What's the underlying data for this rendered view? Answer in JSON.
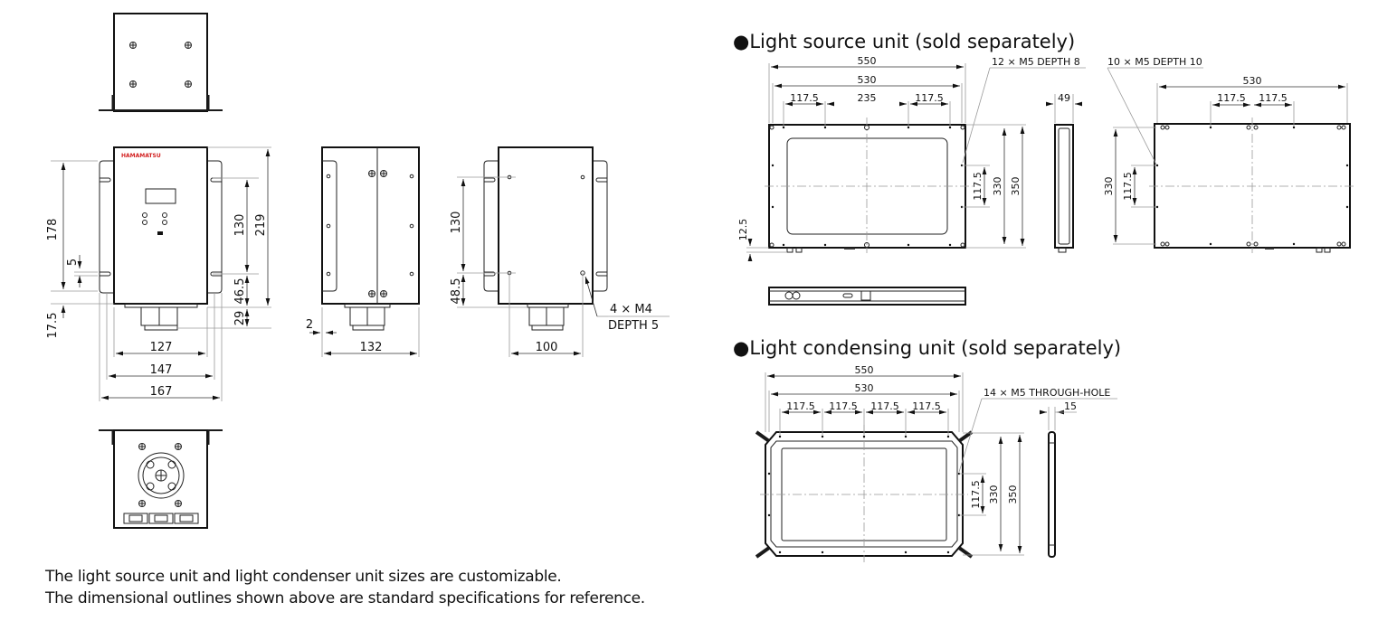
{
  "controller": {
    "logo_text": "HAMAMATSU",
    "front_view": {
      "height_178": "178",
      "slot_5": "5",
      "bottom_17_5": "17.5",
      "mount_130": "130",
      "height_219": "219",
      "offset_46_5": "46.5",
      "connector_29": "29",
      "width_127": "127",
      "width_147": "147",
      "width_167": "167"
    },
    "side_view": {
      "offset_2": "2",
      "depth_132": "132"
    },
    "rear_view": {
      "mount_130": "130",
      "offset_48_5": "48.5",
      "width_100": "100",
      "callout_line1": "4 × M4",
      "callout_line2": "DEPTH 5"
    }
  },
  "light_source_unit": {
    "title": "●Light source unit (sold separately)",
    "overall_550": "550",
    "inner_530": "530",
    "pitch_left": "117.5",
    "pitch_center": "235",
    "pitch_right": "117.5",
    "callout_front": "12 × M5 DEPTH 8",
    "callout_back": "10 × M5 DEPTH 10",
    "vertical_117_5": "117.5",
    "height_330": "330",
    "height_350": "350",
    "bottom_12_5": "12.5",
    "thickness_49": "49",
    "back_width_530": "530",
    "back_pitch_left": "117.5",
    "back_pitch_right": "117.5",
    "back_height_330": "330",
    "back_vertical_117_5": "117.5"
  },
  "light_condensing_unit": {
    "title": "●Light condensing unit (sold separately)",
    "overall_550": "550",
    "inner_530": "530",
    "pitches": [
      "117.5",
      "117.5",
      "117.5",
      "117.5"
    ],
    "callout": "14 × M5 THROUGH-HOLE",
    "thickness_15": "15",
    "vertical_117_5": "117.5",
    "height_330": "330",
    "height_350": "350"
  },
  "notes": {
    "line1": "The light source unit and light condenser unit sizes are customizable.",
    "line2": "The dimensional outlines shown above are standard specifications for reference."
  },
  "colors": {
    "logo": "#d21f1f",
    "line": "#111111",
    "dimension": "#9a9a9a"
  }
}
